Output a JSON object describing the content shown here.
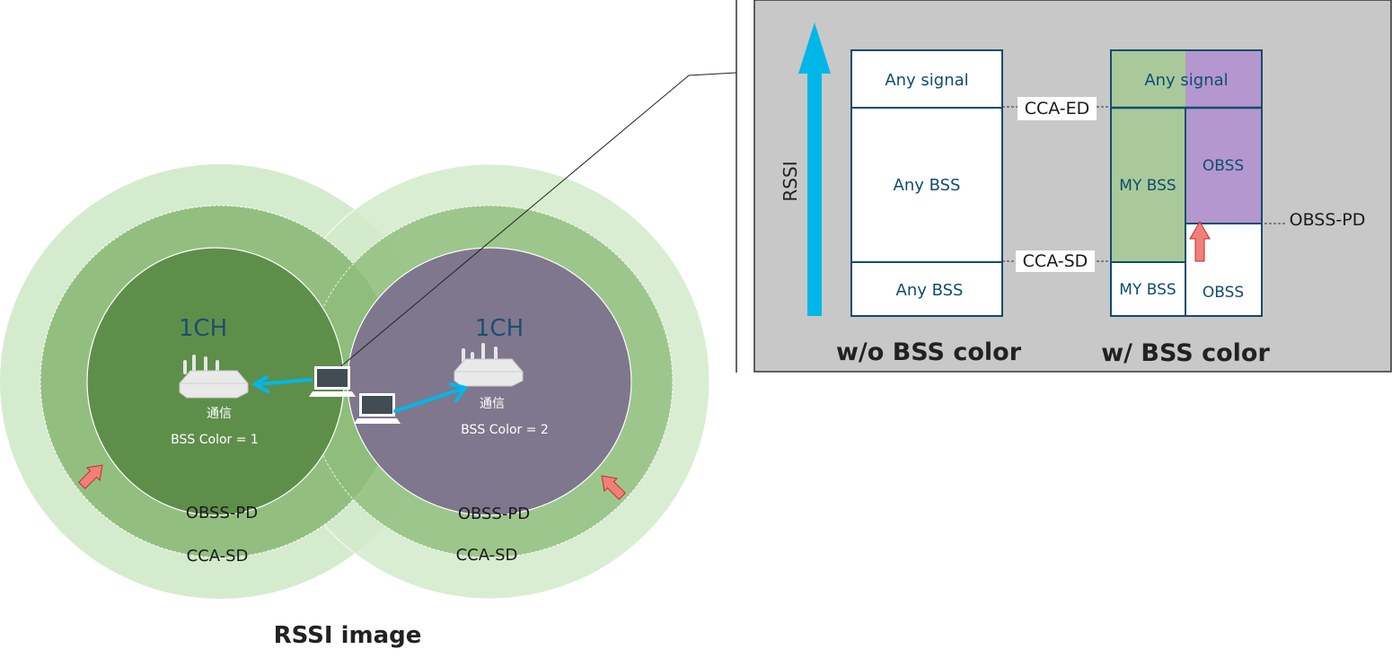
{
  "left_diagram": {
    "caption": "RSSI image",
    "bss1": {
      "channel": "1CH",
      "comm_label": "通信",
      "color_label": "BSS Color = 1",
      "inner_ring_label": "OBSS-PD",
      "outer_ring_label": "CCA-SD",
      "inner_fill": "#5e8f4a"
    },
    "bss2": {
      "channel": "1CH",
      "comm_label": "通信",
      "color_label": "BSS Color = 2",
      "inner_ring_label": "OBSS-PD",
      "outer_ring_label": "CCA-SD",
      "inner_fill": "#7f758e"
    },
    "colors": {
      "outer_ring": "#d3eacb",
      "middle_ring": "#8fbd7b",
      "arrow_link": "#00b7e8",
      "arrow_expand": "#f07f7a",
      "channel_text": "#1b4f72"
    }
  },
  "right_panel": {
    "axis_label": "RSSI",
    "threshold_cca_ed": "CCA-ED",
    "threshold_cca_sd": "CCA-SD",
    "threshold_obss_pd": "OBSS-PD",
    "without_color": {
      "caption": "w/o BSS color",
      "top": "Any signal",
      "middle": "Any BSS",
      "bottom": "Any BSS"
    },
    "with_color": {
      "caption": "w/ BSS color",
      "top": "Any signal",
      "my_bss_upper": "MY BSS",
      "obss_upper": "OBSS",
      "my_bss_lower": "MY BSS",
      "obss_lower": "OBSS"
    },
    "colors": {
      "background": "#c8c8c8",
      "rssi_arrow": "#00b7e8",
      "box_border": "#0f4d6e",
      "my_bss_fill": "#a9c99a",
      "obss_fill": "#b497cf",
      "text": "#0f4d6e"
    }
  }
}
